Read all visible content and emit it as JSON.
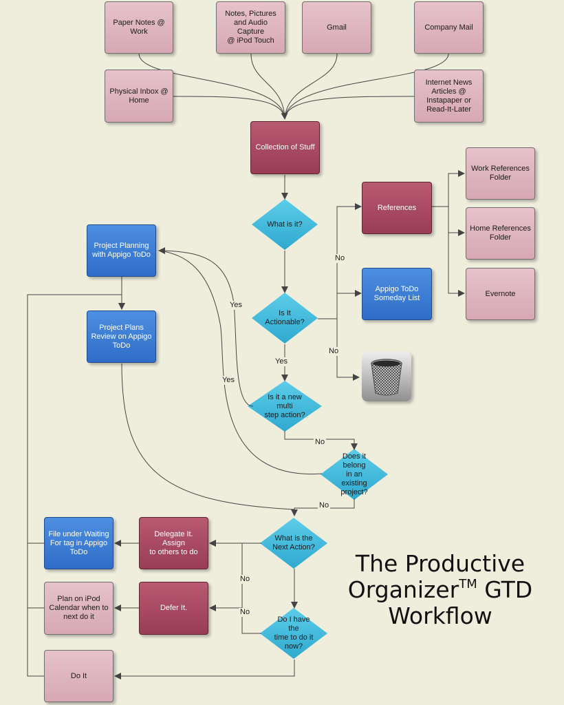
{
  "title": {
    "line1": "The Productive",
    "line2a": "Organizer",
    "tm": "TM",
    "line2b": " GTD",
    "line3": "Workflow"
  },
  "nodes": {
    "paper_notes": "Paper Notes @\nWork",
    "ipod_capture": "Notes, Pictures\nand Audio Capture\n@ iPod Touch",
    "gmail": "Gmail",
    "company_mail": "Company Mail",
    "physical_inbox": "Physical Inbox @\nHome",
    "internet_news": "Internet News\nArticles @\nInstapaper or\nRead-It-Later",
    "collection": "Collection of Stuff",
    "references": "References",
    "work_refs": "Work References\nFolder",
    "home_refs": "Home References\nFolder",
    "evernote": "Evernote",
    "someday": "Appigo ToDo\nSomeday List",
    "project_planning": "Project Planning\nwith Appigo ToDo",
    "project_review": "Project Plans\nReview on Appigo\nToDo",
    "delegate": "Delegate It. Assign\nto others to do",
    "waiting": "File under Waiting\nFor tag in Appigo\nToDo",
    "defer": "Defer It.",
    "calendar": "Plan on iPod\nCalendar when to\nnext do it",
    "do_it": "Do It"
  },
  "decisions": {
    "what_is_it": "What is it?",
    "actionable": "Is It\nActionable?",
    "multi_step": "Is it a new multi\nstep action?",
    "existing_project": "Does it belong\nin an existing\nproject?",
    "next_action": "What is the\nNext Action?",
    "have_time": "Do I have the\ntime to do it\nnow?"
  },
  "edge_labels": {
    "no_refs": "No",
    "no_trash": "No",
    "yes_actionable": "Yes",
    "yes_planning": "Yes",
    "yes_existing": "Yes",
    "no_multi": "No",
    "no_existing": "No",
    "no_delegate": "No",
    "no_defer": "No"
  },
  "icons": {
    "trash": "trash-can-icon"
  },
  "colors": {
    "pink": "#d9adb8",
    "maroon": "#a84860",
    "blue": "#3a7ad4",
    "cyan": "#3db9dc",
    "background": "#efeedd",
    "edge": "#444444"
  }
}
